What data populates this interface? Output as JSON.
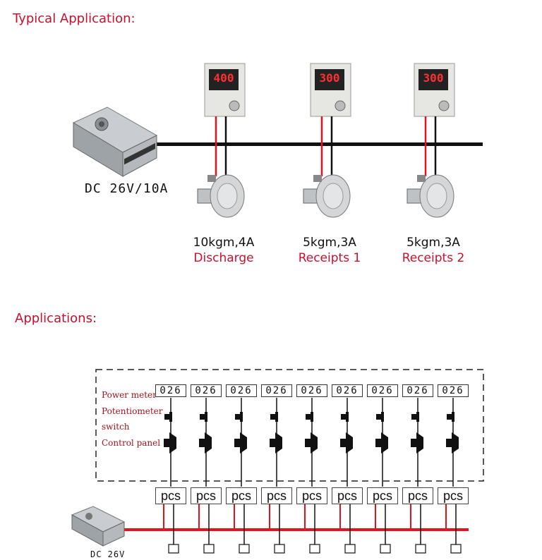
{
  "section1": {
    "title": "Typical Application:",
    "power_supply_label": "DC 26V/10A",
    "controllers": [
      {
        "display": "400",
        "spec": "10kgm,4A",
        "role": "Discharge"
      },
      {
        "display": "300",
        "spec": "5kgm,3A",
        "role": "Receipts 1"
      },
      {
        "display": "300",
        "spec": "5kgm,3A",
        "role": "Receipts 2"
      }
    ]
  },
  "section2": {
    "title": "Applications:",
    "row_labels": {
      "power_meter": "Power meter",
      "potentiometer": "Potentiometer",
      "switch": "switch",
      "control_panel": "Control panel"
    },
    "meter_value": "026",
    "pcs_label": "pcs",
    "unit_count": 9,
    "power_supply_label": "DC 26V"
  },
  "colors": {
    "accent_red": "#c8102e",
    "bus_red": "#e0141e",
    "wire_black": "#111111"
  }
}
